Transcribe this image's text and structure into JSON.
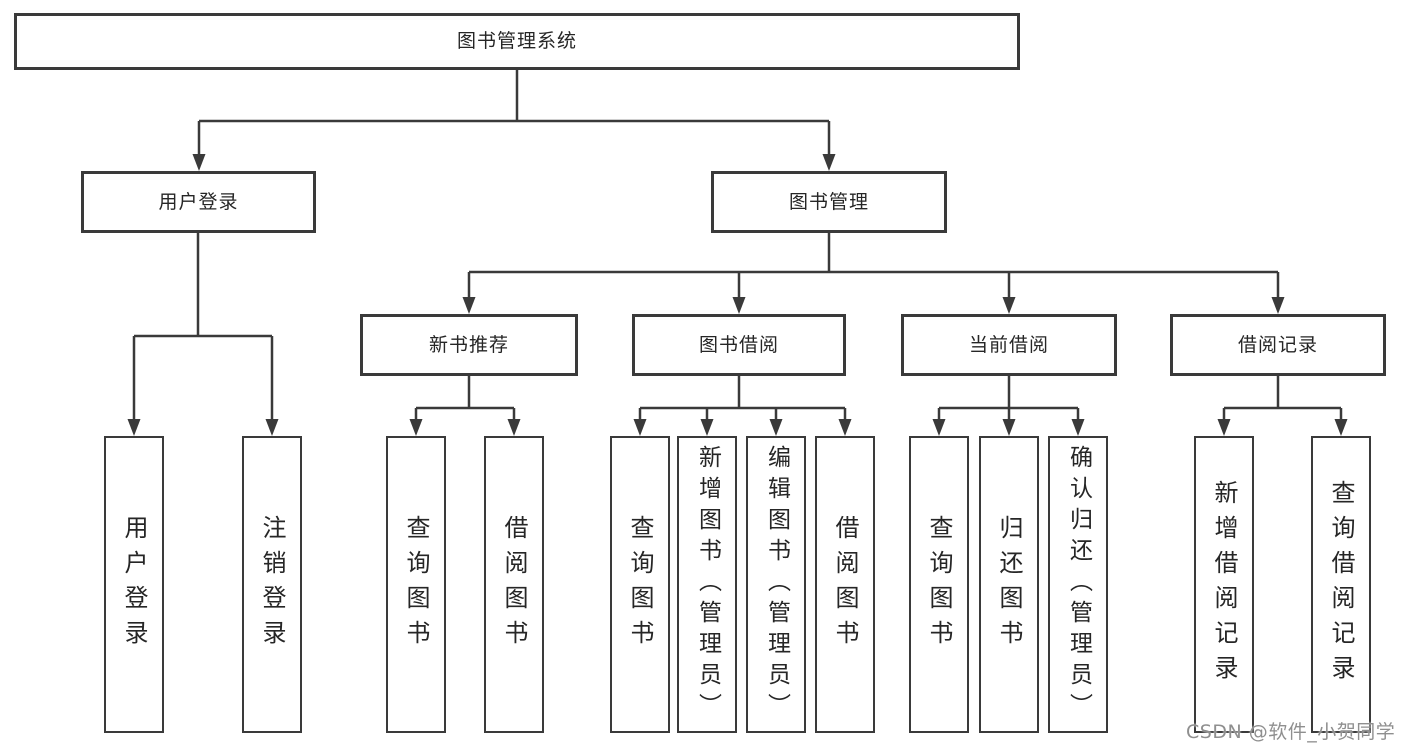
{
  "tree": {
    "root": "图书管理系统",
    "children": [
      {
        "label": "用户登录",
        "children": [
          "用户登录",
          "注销登录"
        ]
      },
      {
        "label": "图书管理",
        "children": [
          {
            "label": "新书推荐",
            "children": [
              "查询图书",
              "借阅图书"
            ]
          },
          {
            "label": "图书借阅",
            "children": [
              "查询图书",
              "新增图书（管理员）",
              "编辑图书（管理员）",
              "借阅图书"
            ]
          },
          {
            "label": "当前借阅",
            "children": [
              "查询图书",
              "归还图书",
              "确认归还（管理员）"
            ]
          },
          {
            "label": "借阅记录",
            "children": [
              "新增借阅记录",
              "查询借阅记录"
            ]
          }
        ]
      }
    ]
  },
  "watermark": {
    "text": "CSDN @软件_小贺同学"
  },
  "colors": {
    "line": "#3a3a3a",
    "box_border": "#3a3a3a",
    "text": "#262626",
    "watermark": "#8f8f8f",
    "background": "#ffffff"
  }
}
